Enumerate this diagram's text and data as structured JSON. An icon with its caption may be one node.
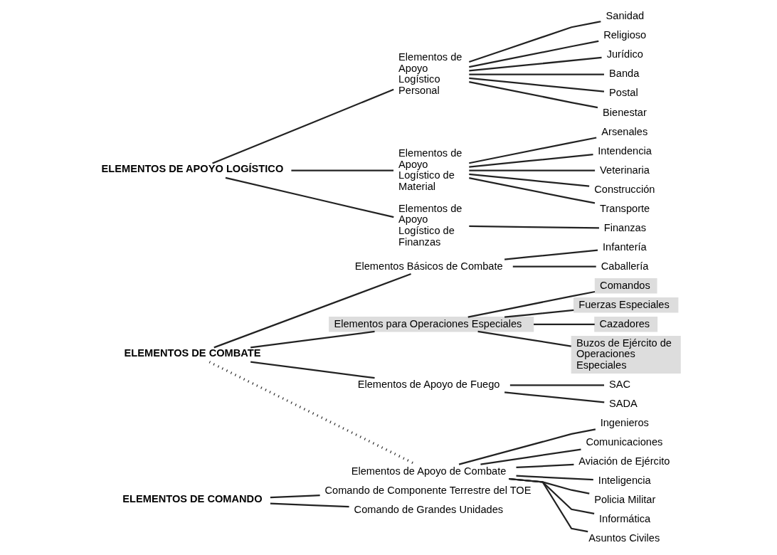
{
  "diagram": {
    "nodes": [
      {
        "text": [
          "ELEMENTOS DE COMANDO"
        ]
      },
      {
        "text": [
          "Comando de Componente Terrestre del TOE"
        ]
      },
      {
        "text": [
          "Comando de Grandes Unidades"
        ]
      },
      {
        "text": [
          "ELEMENTOS DE COMBATE"
        ]
      },
      {
        "text": [
          "Elementos Básicos de Combate"
        ]
      },
      {
        "text": [
          "Infantería"
        ]
      },
      {
        "text": [
          "Caballería"
        ]
      },
      {
        "text": [
          "Elementos para Operaciones Especiales"
        ]
      },
      {
        "text": [
          "Comandos"
        ]
      },
      {
        "text": [
          "Fuerzas Especiales"
        ]
      },
      {
        "text": [
          "Cazadores"
        ]
      },
      {
        "text": [
          "Buzos de Ejército de Operaciones Especiales"
        ]
      },
      {
        "text": [
          "Elementos de Apoyo de Fuego"
        ]
      },
      {
        "text": [
          "SAC"
        ]
      },
      {
        "text": [
          "SADA"
        ]
      },
      {
        "text": [
          "Elementos de Apoyo de Combate"
        ]
      },
      {
        "text": [
          "Ingenieros"
        ]
      },
      {
        "text": [
          "Comunicaciones"
        ]
      },
      {
        "text": [
          "Aviación de Ejército"
        ]
      },
      {
        "text": [
          "Inteligencia"
        ]
      },
      {
        "text": [
          "Policia Militar"
        ]
      },
      {
        "text": [
          "Informática"
        ]
      },
      {
        "text": [
          "Asuntos Civiles"
        ]
      },
      {
        "text": [
          "ELEMENTOS DE APOYO LOGÍSTICO"
        ]
      },
      {
        "text": [
          "Elementos de Apoyo Logístico Personal"
        ]
      },
      {
        "text": [
          "Sanidad"
        ]
      },
      {
        "text": [
          "Religioso"
        ]
      },
      {
        "text": [
          "Jurídico"
        ]
      },
      {
        "text": [
          "Banda"
        ]
      },
      {
        "text": [
          "Postal"
        ]
      },
      {
        "text": [
          "Bienestar"
        ]
      },
      {
        "text": [
          "Elementos de Apoyo Logístico de Material"
        ]
      },
      {
        "text": [
          "Arsenales"
        ]
      },
      {
        "text": [
          "Intendencia"
        ]
      },
      {
        "text": [
          "Veterinaria"
        ]
      },
      {
        "text": [
          "Construcción"
        ]
      },
      {
        "text": [
          "Transporte"
        ]
      },
      {
        "text": [
          "Elementos de Apoyo Logístico de Finanzas"
        ]
      },
      {
        "text": [
          "Finanzas"
        ]
      }
    ],
    "edges": [
      {
        "from": 0,
        "to": 1,
        "arrow": "none"
      },
      {
        "from": 0,
        "to": 2,
        "arrow": "none"
      },
      {
        "from": 3,
        "to": 4,
        "arrow": "none"
      },
      {
        "from": 4,
        "to": 5,
        "arrow": "none"
      },
      {
        "from": 4,
        "to": 6,
        "arrow": "none"
      },
      {
        "from": 3,
        "to": 7,
        "arrow": "none"
      },
      {
        "from": 7,
        "to": 8,
        "arrow": "none"
      },
      {
        "from": 7,
        "to": 9,
        "arrow": "none"
      },
      {
        "from": 7,
        "to": 10,
        "arrow": "none"
      },
      {
        "from": 7,
        "to": 11,
        "arrow": "none"
      },
      {
        "from": 3,
        "to": 12,
        "arrow": "none"
      },
      {
        "from": 12,
        "to": 13,
        "arrow": "none"
      },
      {
        "from": 12,
        "to": 14,
        "arrow": "none"
      },
      {
        "from": 3,
        "to": 15,
        "arrow": "none",
        "style": "dashed"
      },
      {
        "from": 15,
        "to": 16,
        "arrow": "none"
      },
      {
        "from": 15,
        "to": 17,
        "arrow": "none"
      },
      {
        "from": 15,
        "to": 18,
        "arrow": "none"
      },
      {
        "from": 15,
        "to": 19,
        "arrow": "none"
      },
      {
        "from": 15,
        "to": 20,
        "arrow": "none"
      },
      {
        "from": 15,
        "to": 21,
        "arrow": "none"
      },
      {
        "from": 15,
        "to": 22,
        "arrow": "none"
      },
      {
        "from": 23,
        "to": 24,
        "arrow": "none"
      },
      {
        "from": 24,
        "to": 25,
        "arrow": "none"
      },
      {
        "from": 24,
        "to": 26,
        "arrow": "none"
      },
      {
        "from": 24,
        "to": 27,
        "arrow": "none"
      },
      {
        "from": 24,
        "to": 28,
        "arrow": "none"
      },
      {
        "from": 24,
        "to": 29,
        "arrow": "none"
      },
      {
        "from": 24,
        "to": 30,
        "arrow": "none"
      },
      {
        "from": 23,
        "to": 31,
        "arrow": "none"
      },
      {
        "from": 31,
        "to": 32,
        "arrow": "none"
      },
      {
        "from": 31,
        "to": 33,
        "arrow": "none"
      },
      {
        "from": 31,
        "to": 34,
        "arrow": "none"
      },
      {
        "from": 31,
        "to": 35,
        "arrow": "none"
      },
      {
        "from": 31,
        "to": 36,
        "arrow": "none"
      },
      {
        "from": 23,
        "to": 37,
        "arrow": "none"
      },
      {
        "from": 37,
        "to": 38,
        "arrow": "none"
      }
    ]
  }
}
